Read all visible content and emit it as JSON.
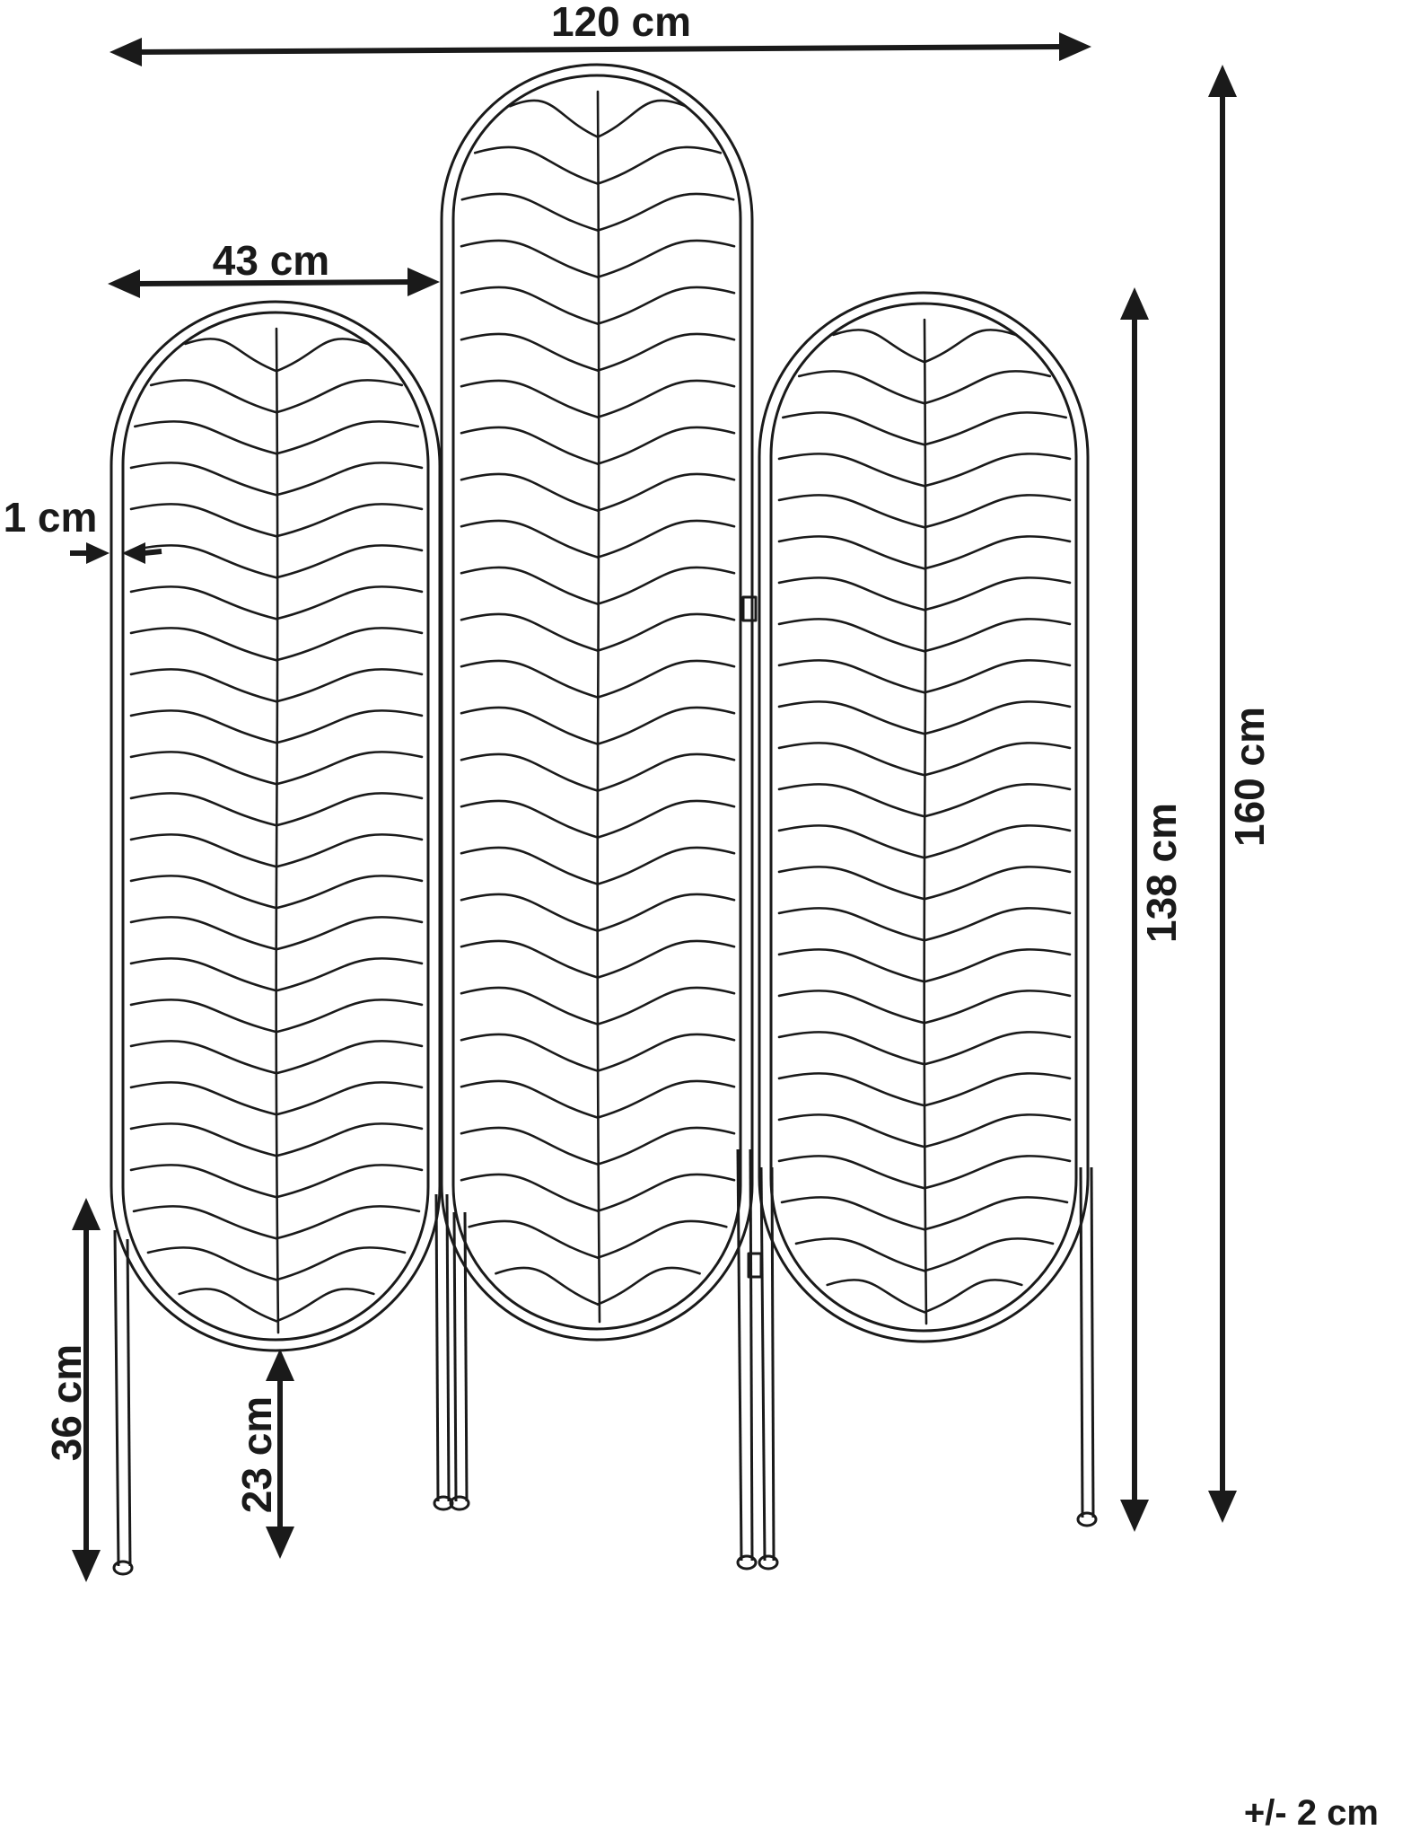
{
  "dimensions": {
    "total_width": "120 cm",
    "panel_width": "43 cm",
    "frame_thickness": "1 cm",
    "total_height": "160 cm",
    "side_panel_height": "138 cm",
    "leg_height_outer": "36 cm",
    "leg_height_inner": "23 cm"
  },
  "tolerance": "+/- 2 cm",
  "colors": {
    "line": "#1a1a1a",
    "background": "#ffffff"
  }
}
